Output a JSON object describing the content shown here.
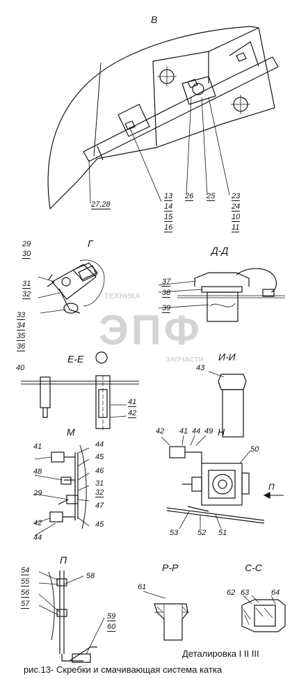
{
  "views": {
    "v": "В",
    "g": "Г",
    "dd": "Д-Д",
    "ee": "Е-Е",
    "ii": "И-И",
    "m": "М",
    "n": "Н",
    "p": "П",
    "rr": "Р-Р",
    "ss": "С-С",
    "arrow_p": "П"
  },
  "labels": {
    "l13": "13",
    "l14": "14",
    "l15": "15",
    "l16": "16",
    "l26": "26",
    "l25": "25",
    "l23": "23",
    "l24": "24",
    "l10": "10",
    "l11": "11",
    "l2728": "27,28",
    "l29": "29",
    "l30": "30",
    "l31": "31",
    "l32": "32",
    "l33": "33",
    "l34": "34",
    "l35": "35",
    "l36": "36",
    "l37": "37",
    "l38": "38",
    "l39": "39",
    "l40": "40",
    "l41": "41",
    "l42": "42",
    "l43": "43",
    "m41": "41",
    "m48": "48",
    "m29": "29",
    "m42": "42",
    "m44b": "44",
    "m44": "44",
    "m45": "45",
    "m46": "46",
    "m31": "31",
    "m32": "32",
    "m47": "47",
    "m45b": "45",
    "n42": "42",
    "n41": "41",
    "n44": "44",
    "n49": "49",
    "n50": "50",
    "n53": "53",
    "n52": "52",
    "n51": "51",
    "p54": "54",
    "p55": "55",
    "p56": "56",
    "p57": "57",
    "p58": "58",
    "p59": "59",
    "p60": "60",
    "r61": "61",
    "c62": "62",
    "c63": "63",
    "c64": "64"
  },
  "watermark": {
    "brand": "ЭПФ",
    "ring_left": "ТЕХНИКА",
    "ring_right": "ЗАПЧАСТИ"
  },
  "footer": {
    "detail": "Деталировка  I  II  III",
    "caption": "рис.13- Скребки и смачивающая система катка"
  }
}
